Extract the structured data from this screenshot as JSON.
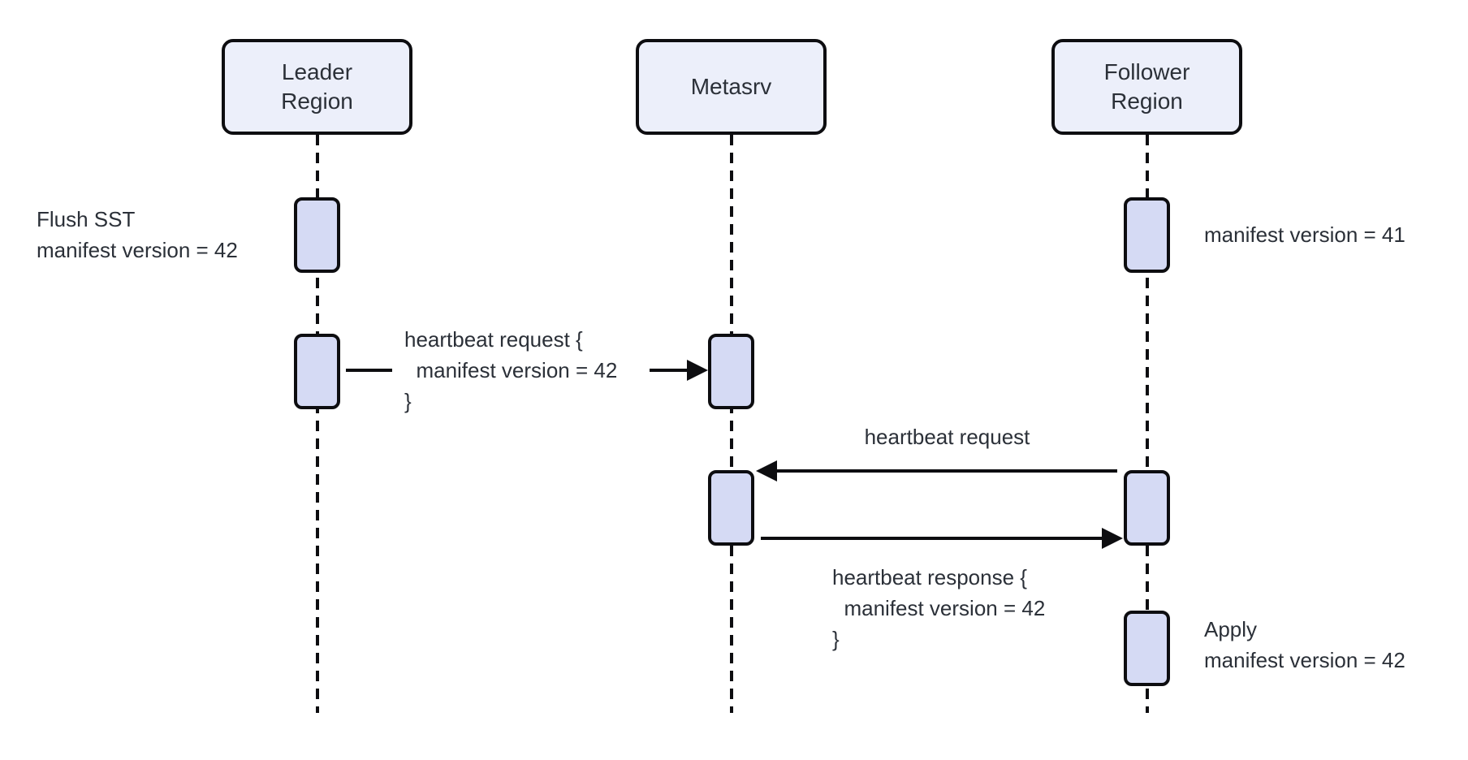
{
  "actors": [
    {
      "label": "Leader\nRegion"
    },
    {
      "label": "Metasrv"
    },
    {
      "label": "Follower\nRegion"
    }
  ],
  "notes": [
    {
      "text": "Flush SST\nmanifest version = 42"
    },
    {
      "text": "manifest version = 41"
    },
    {
      "text": "Apply\nmanifest version = 42"
    }
  ],
  "messages": [
    {
      "text": "heartbeat request {\n  manifest version = 42\n}"
    },
    {
      "text": "heartbeat request"
    },
    {
      "text": "heartbeat response {\n  manifest version = 42\n}"
    }
  ],
  "colors": {
    "background": "#FFFFFF",
    "actor_fill": "#ECEFFA",
    "activation_fill": "#D5DAF4",
    "line": "#0D0D10",
    "text": "#2B3038"
  }
}
